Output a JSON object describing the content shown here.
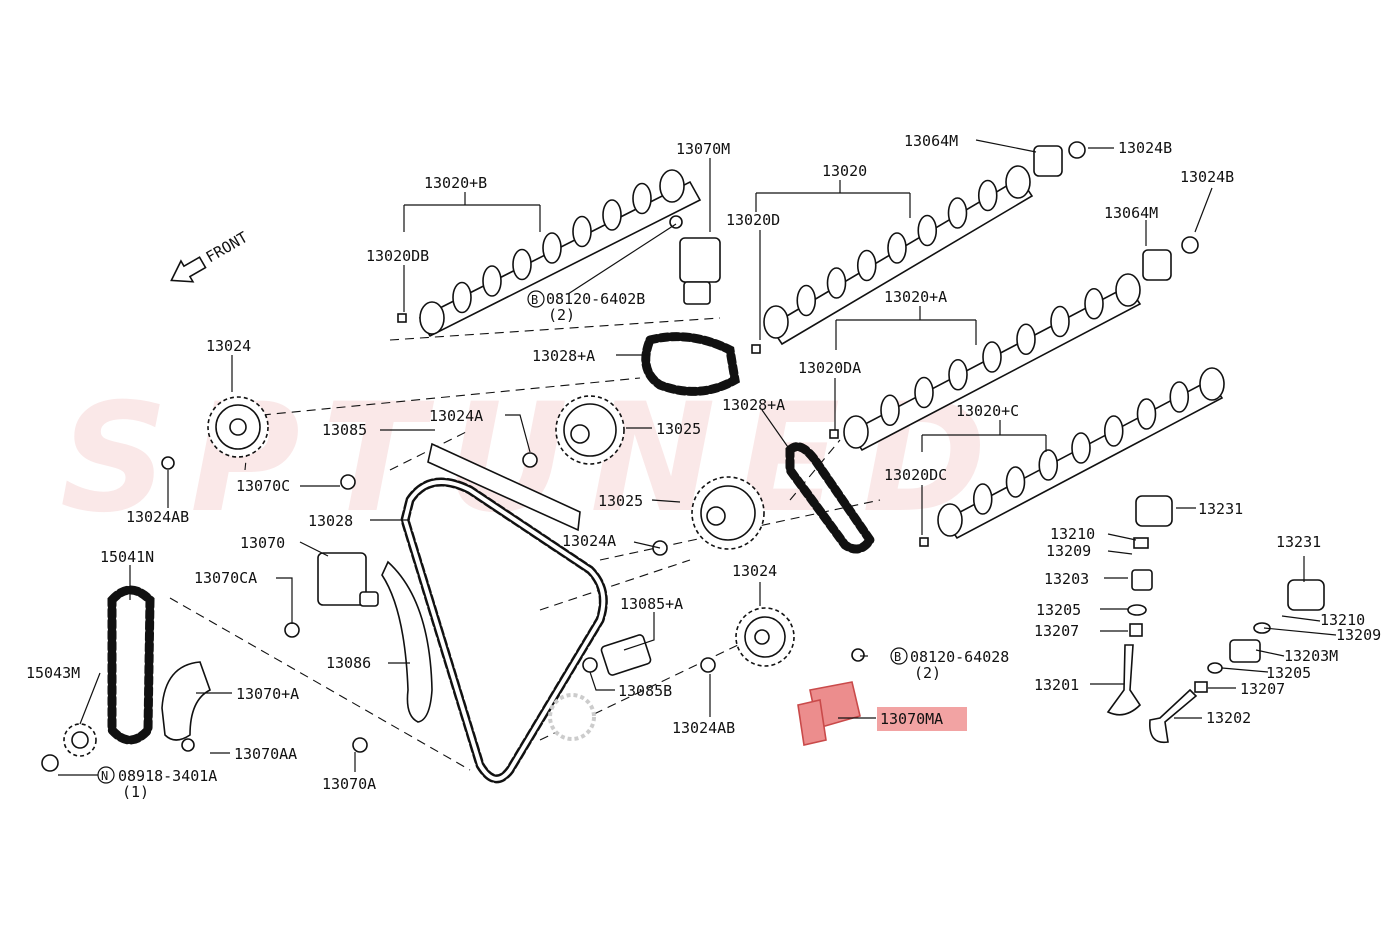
{
  "diagram": {
    "front_label": "FRONT",
    "watermark": "SPTUNED",
    "highlight_color": "#f2a3a3",
    "labels": {
      "l13020B": "13020+B",
      "l13070M": "13070M",
      "l13020": "13020",
      "l13064M_a": "13064M",
      "l13024B_a": "13024B",
      "l13024B_b": "13024B",
      "l13064M_b": "13064M",
      "l13020DB": "13020DB",
      "l13020D": "13020D",
      "lBolt1": "08120-6402B",
      "lBolt1q": "(2)",
      "l13020A": "13020+A",
      "l13024_a": "13024",
      "l13028A_a": "13028+A",
      "l13020DA": "13020DA",
      "l13024A_a": "13024A",
      "l13025_a": "13025",
      "l13085": "13085",
      "l13028A_b": "13028+A",
      "l13020C": "13020+C",
      "l13070C": "13070C",
      "l13024AB_a": "13024AB",
      "l13020DC": "13020DC",
      "l13028": "13028",
      "l13025_b": "13025",
      "l13231_a": "13231",
      "l13070": "13070",
      "l13024A_b": "13024A",
      "l13210_a": "13210",
      "l13209_a": "13209",
      "l15041N": "15041N",
      "l13231_b": "13231",
      "l13024_b": "13024",
      "l13070CA": "13070CA",
      "l13203": "13203",
      "l13085A": "13085+A",
      "l13205_a": "13205",
      "l13210_b": "13210",
      "l13207_a": "13207",
      "l13209_b": "13209",
      "lBolt2": "08120-64028",
      "lBolt2q": "(2)",
      "l13203M": "13203M",
      "l13086": "13086",
      "l15043M": "15043M",
      "l13085B": "13085B",
      "l13205_b": "13205",
      "l13070pA": "13070+A",
      "l13201": "13201",
      "l13207_b": "13207",
      "l13024AB_b": "13024AB",
      "l13070MA": "13070MA",
      "l13202": "13202",
      "l13070AA": "13070AA",
      "lNut": "08918-3401A",
      "lNutq": "(1)",
      "l13070A": "13070A"
    },
    "symbols": {
      "bolt_a": "B",
      "bolt_b": "B",
      "nut": "N"
    }
  }
}
